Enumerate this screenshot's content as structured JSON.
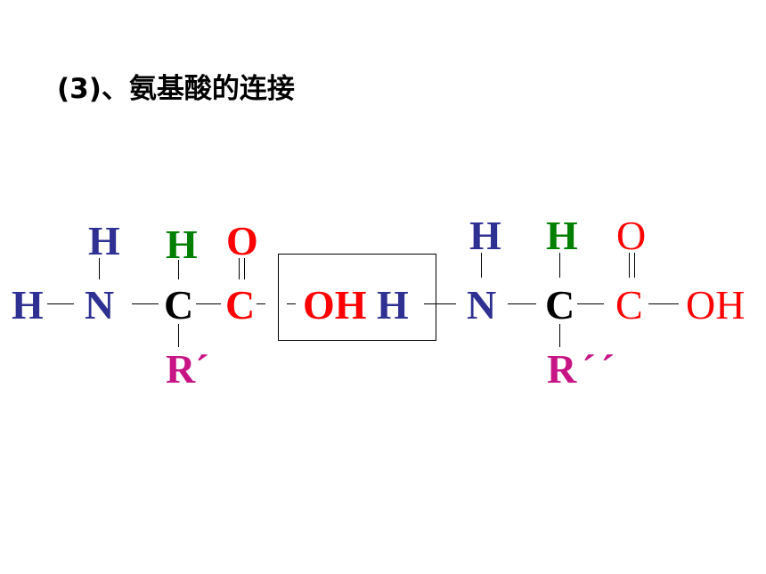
{
  "title": "(3)、氨基酸的连接",
  "colors": {
    "blue": "#2e3192",
    "green": "#007f00",
    "red": "#ff0000",
    "magenta": "#c71585",
    "black": "#000000"
  },
  "molecule": {
    "amino_acid_1": {
      "h_terminal": "H",
      "n": "N",
      "h_on_n": "H",
      "alpha_c": "C",
      "h_on_c": "H",
      "carbonyl_c": "C",
      "o_double": "O",
      "r_group": "R´",
      "oh": "OH"
    },
    "amino_acid_2": {
      "h_leaving": "H",
      "n": "N",
      "h_on_n": "H",
      "alpha_c": "C",
      "h_on_c": "H",
      "carbonyl_c": "C",
      "o_double": "O",
      "r_group": "R´´",
      "oh": "OH"
    }
  }
}
